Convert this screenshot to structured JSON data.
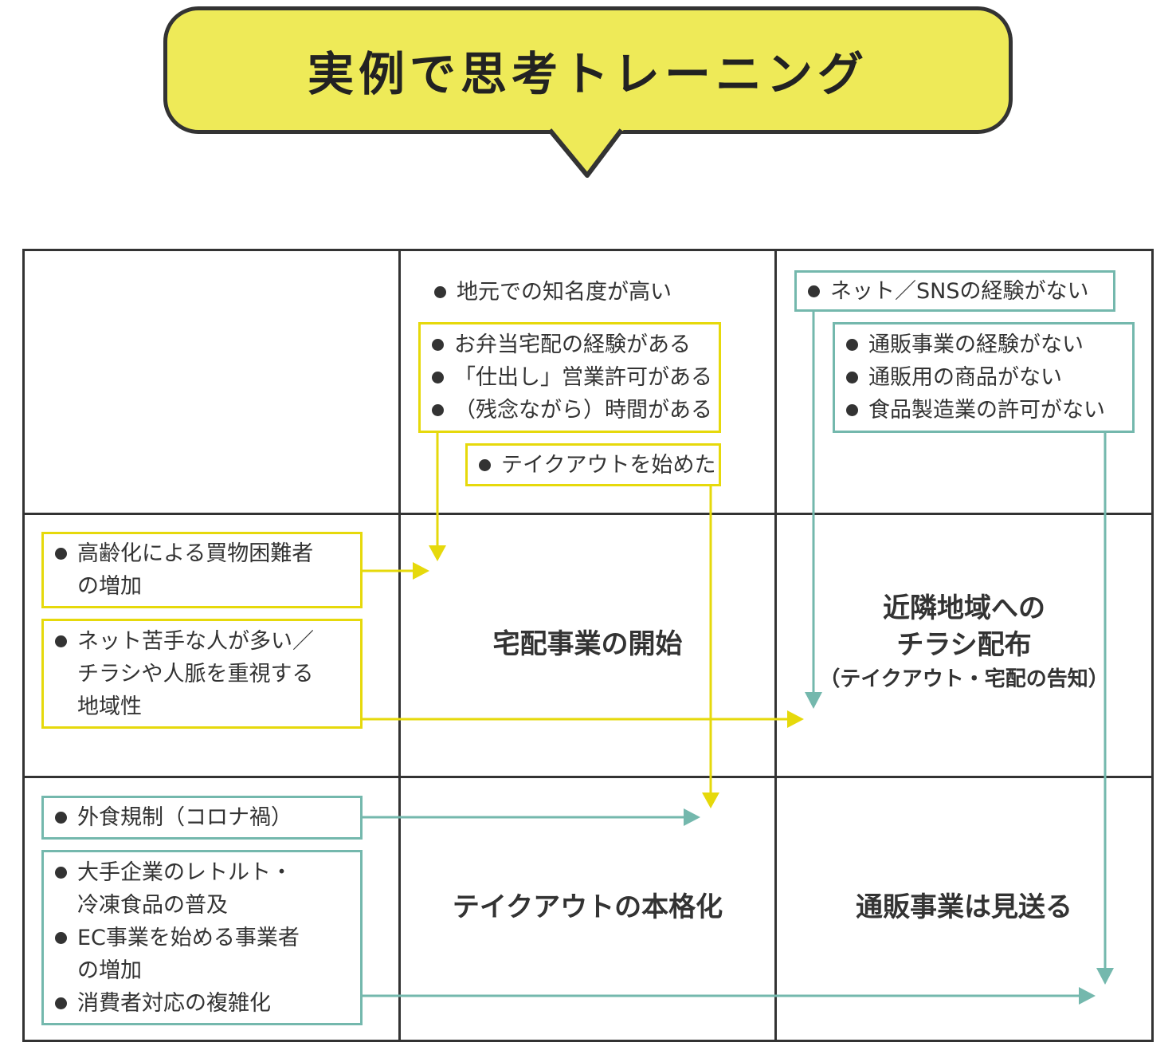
{
  "title": "実例で思考トレーニング",
  "colors": {
    "yellow": "#e6d90b",
    "teal": "#74b8ad",
    "bubble_fill": "#eeea58",
    "line": "#333333"
  },
  "top_middle": {
    "plain_item": "地元での知名度が高い",
    "strengths": [
      "お弁当宅配の経験がある",
      "「仕出し」営業許可がある",
      "（残念ながら）時間がある"
    ],
    "takeout": "テイクアウトを始めた"
  },
  "top_right": {
    "net": "ネット／SNSの経験がない",
    "weaknesses": [
      "通販事業の経験がない",
      "通販用の商品がない",
      "食品製造業の許可がない"
    ]
  },
  "middle_left": {
    "elderly": [
      "高齢化による買物困難者",
      "の増加"
    ],
    "local": [
      "ネット苦手な人が多い／",
      "チラシや人脈を重視する",
      "地域性"
    ]
  },
  "bottom_left": {
    "restriction": "外食規制（コロナ禍）",
    "competition": [
      {
        "text": "大手企業のレトルト・",
        "bullet": true
      },
      {
        "text": "冷凍食品の普及",
        "bullet": false
      },
      {
        "text": "EC事業を始める事業者",
        "bullet": true
      },
      {
        "text": "の増加",
        "bullet": false
      },
      {
        "text": "消費者対応の複雑化",
        "bullet": true
      }
    ]
  },
  "results": {
    "delivery": "宅配事業の開始",
    "flyer_line1": "近隣地域への",
    "flyer_line2": "チラシ配布",
    "flyer_sub": "（テイクアウト・宅配の告知）",
    "takeout_full": "テイクアウトの本格化",
    "mailorder": "通販事業は見送る"
  }
}
